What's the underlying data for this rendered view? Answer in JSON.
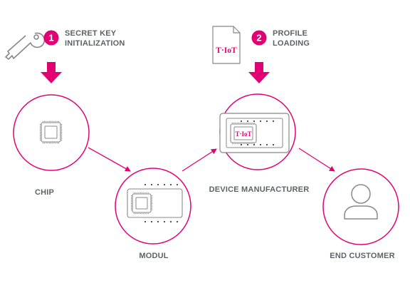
{
  "steps": [
    {
      "number": "1",
      "line1": "SECRET KEY",
      "line2": "INITIALIZATION"
    },
    {
      "number": "2",
      "line1": "PROFILE",
      "line2": "LOADING"
    }
  ],
  "nodes": [
    {
      "id": "chip",
      "label": "CHIP"
    },
    {
      "id": "modul",
      "label": "MODUL"
    },
    {
      "id": "device",
      "label": "DEVICE MANUFACTURER"
    },
    {
      "id": "customer",
      "label": "END CUSTOMER"
    }
  ],
  "brand": {
    "logo_text": "T·IoT"
  },
  "colors": {
    "accent": "#e20074",
    "stroke": "#888888",
    "text": "#5f6368"
  },
  "icons": [
    "key-icon",
    "document-icon",
    "chip-icon",
    "module-icon",
    "device-icon",
    "user-icon",
    "arrow-down-icon",
    "connector-arrow-icon"
  ]
}
